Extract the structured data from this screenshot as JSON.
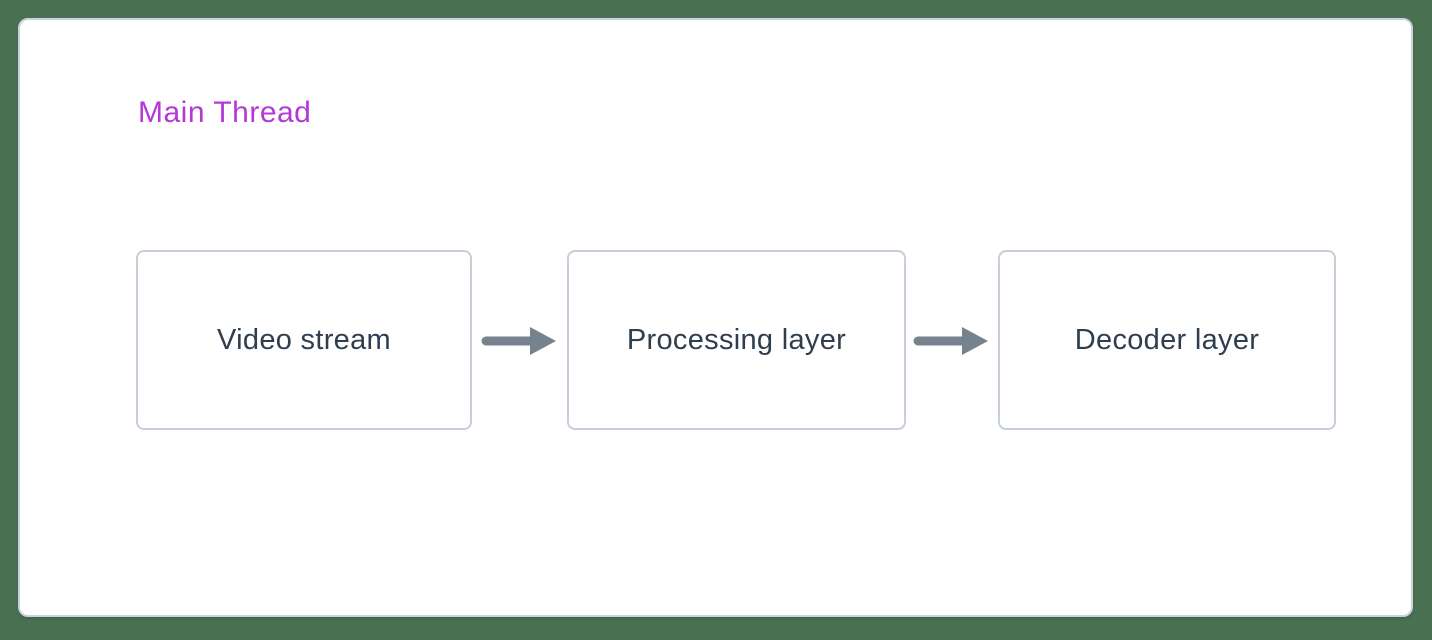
{
  "canvas": {
    "background_color": "#4a7052"
  },
  "panel": {
    "background_color": "#ffffff",
    "border_color": "#c9d3db"
  },
  "title": {
    "text": "Main Thread",
    "color": "#b438d8"
  },
  "diagram": {
    "type": "flowchart-horizontal",
    "nodes": [
      {
        "id": "node-video-stream",
        "label": "Video stream"
      },
      {
        "id": "node-processing-layer",
        "label": "Processing layer"
      },
      {
        "id": "node-decoder-layer",
        "label": "Decoder layer"
      }
    ],
    "edges": [
      {
        "from": "node-video-stream",
        "to": "node-processing-layer",
        "icon": "right-arrow-icon"
      },
      {
        "from": "node-processing-layer",
        "to": "node-decoder-layer",
        "icon": "right-arrow-icon"
      }
    ],
    "node_border_color": "#c5cfd9",
    "node_text_color": "#2f3e4e",
    "arrow_color": "#76838e"
  }
}
